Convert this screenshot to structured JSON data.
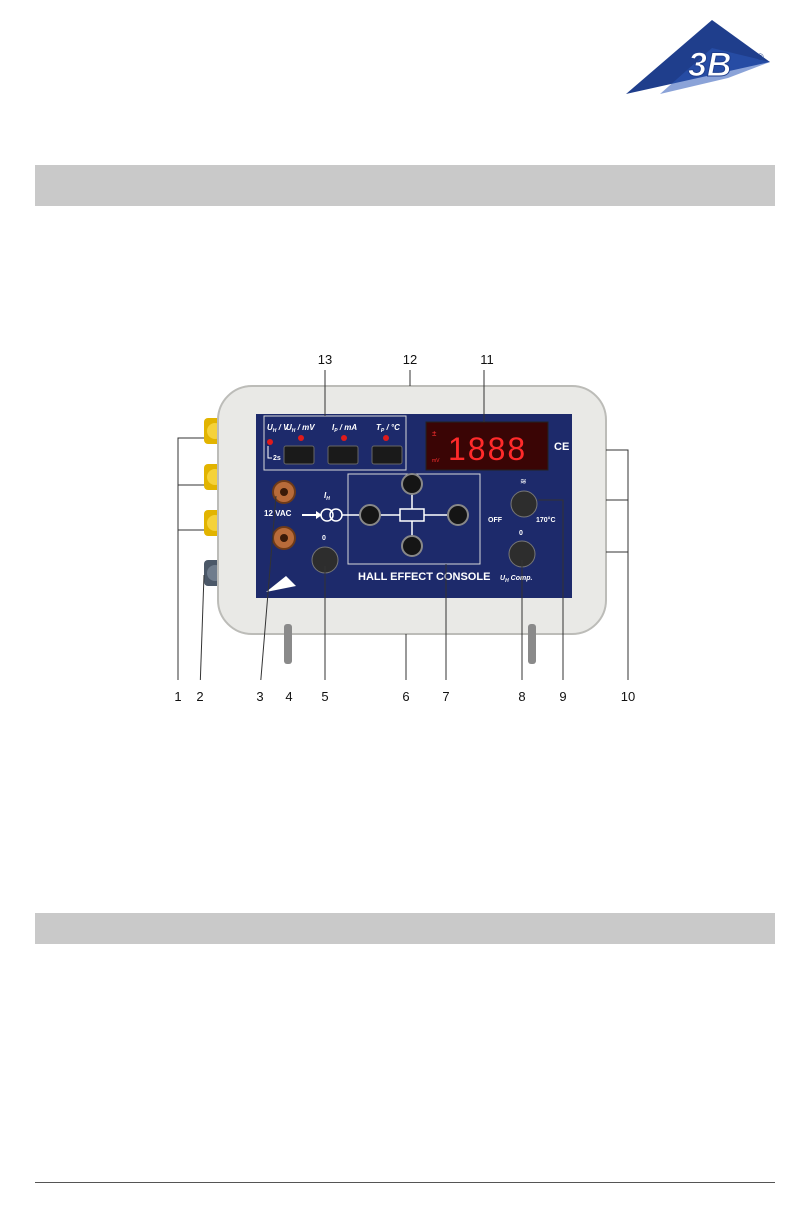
{
  "logo": {
    "text": "3B",
    "mark": "®",
    "color": "#1f3e8c"
  },
  "colors": {
    "section_bar": "#c9c9c9",
    "panel": "#1d2a6b",
    "housing": "#e9e9e6",
    "led": "#e01b1b",
    "display_bg": "#3a0505"
  },
  "device": {
    "title": "HALL EFFECT CONSOLE",
    "display": {
      "digits": "1888",
      "sign": "±",
      "unit_left": "mV",
      "ce": "CE"
    },
    "meter_labels": [
      {
        "main": "U",
        "sub": "H",
        "unit": " / V"
      },
      {
        "main": "U",
        "sub": "H",
        "unit": " / mV"
      },
      {
        "main": "I",
        "sub": "P",
        "unit": " / mA"
      },
      {
        "main": "T",
        "sub": "P",
        "unit": " / °C"
      }
    ],
    "switch_note": "2s",
    "supply_label": "12 VAC",
    "current_label": "I",
    "current_sub": "H",
    "heater_off": "OFF",
    "heater_max": "170°C",
    "comp_label": "U",
    "comp_sub": "H",
    "comp_unit": " Comp.",
    "knob_zero": "0"
  },
  "callouts": {
    "top": [
      "13",
      "12",
      "11"
    ],
    "bottom": [
      "1",
      "2",
      "3",
      "4",
      "5",
      "6",
      "7",
      "8",
      "9",
      "10"
    ]
  }
}
